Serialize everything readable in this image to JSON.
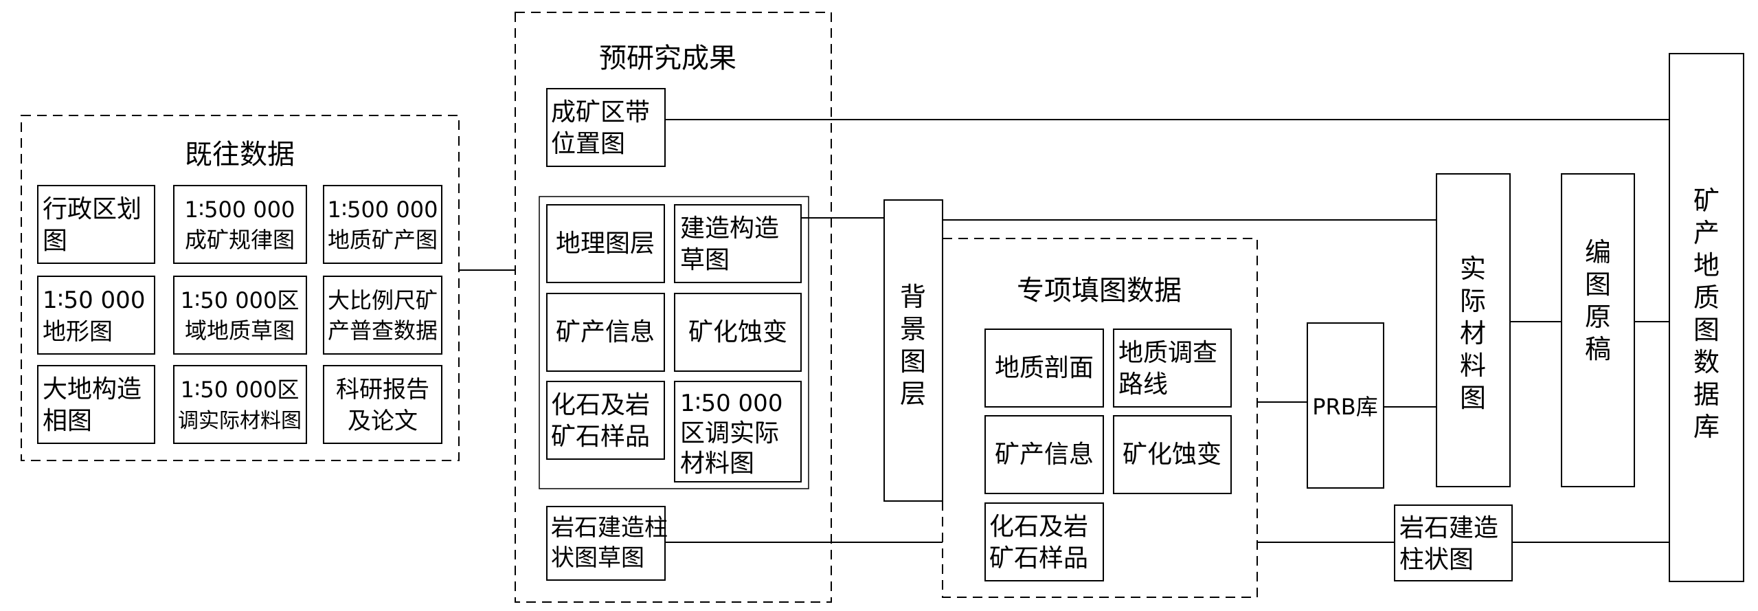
{
  "diagram": {
    "groups": {
      "existing_data": "既往数据",
      "pre_research": "预研究成果",
      "special_mapping": "专项填图数据"
    },
    "existing_data_boxes": [
      [
        "行政区划",
        "图"
      ],
      [
        "1∶500 000",
        "成矿规律图"
      ],
      [
        "1∶500 000",
        "地质矿产图"
      ],
      [
        "1∶50 000",
        "地形图"
      ],
      [
        "1∶50 000区",
        "域地质草图"
      ],
      [
        "大比例尺矿",
        "产普查数据"
      ],
      [
        "大地构造",
        "相图"
      ],
      [
        "1∶50 000区",
        "调实际材料图"
      ],
      [
        "科研报告",
        "及论文"
      ]
    ],
    "pre_research_boxes": {
      "belt_map": [
        "成矿区带",
        "位置图"
      ],
      "geography_layer": "地理图层",
      "tectonic_sketch": [
        "建造构造",
        "草图"
      ],
      "mineral_info": "矿产信息",
      "alteration": "矿化蚀变",
      "fossil_samples": [
        "化石及岩",
        "矿石样品"
      ],
      "regional_survey": [
        "1∶50 000",
        "区调实际",
        "材料图"
      ],
      "column_sketch": [
        "岩石建造柱",
        "状图草图"
      ]
    },
    "background_layer": [
      "背",
      "景",
      "图",
      "层"
    ],
    "special_mapping_boxes": {
      "section": "地质剖面",
      "route": [
        "地质调查",
        "路线"
      ],
      "mineral_info": "矿产信息",
      "alteration": "矿化蚀变",
      "fossil_samples": [
        "化石及岩",
        "矿石样品"
      ]
    },
    "prb_library": "PRB库",
    "actual_material_map": [
      "实",
      "际",
      "材",
      "料",
      "图"
    ],
    "compiled_draft": [
      "编",
      "图",
      "原",
      "稿"
    ],
    "rock_column_map": [
      "岩石建造",
      "柱状图"
    ],
    "database": [
      "矿",
      "产",
      "地",
      "质",
      "图",
      "数",
      "据",
      "库"
    ]
  }
}
